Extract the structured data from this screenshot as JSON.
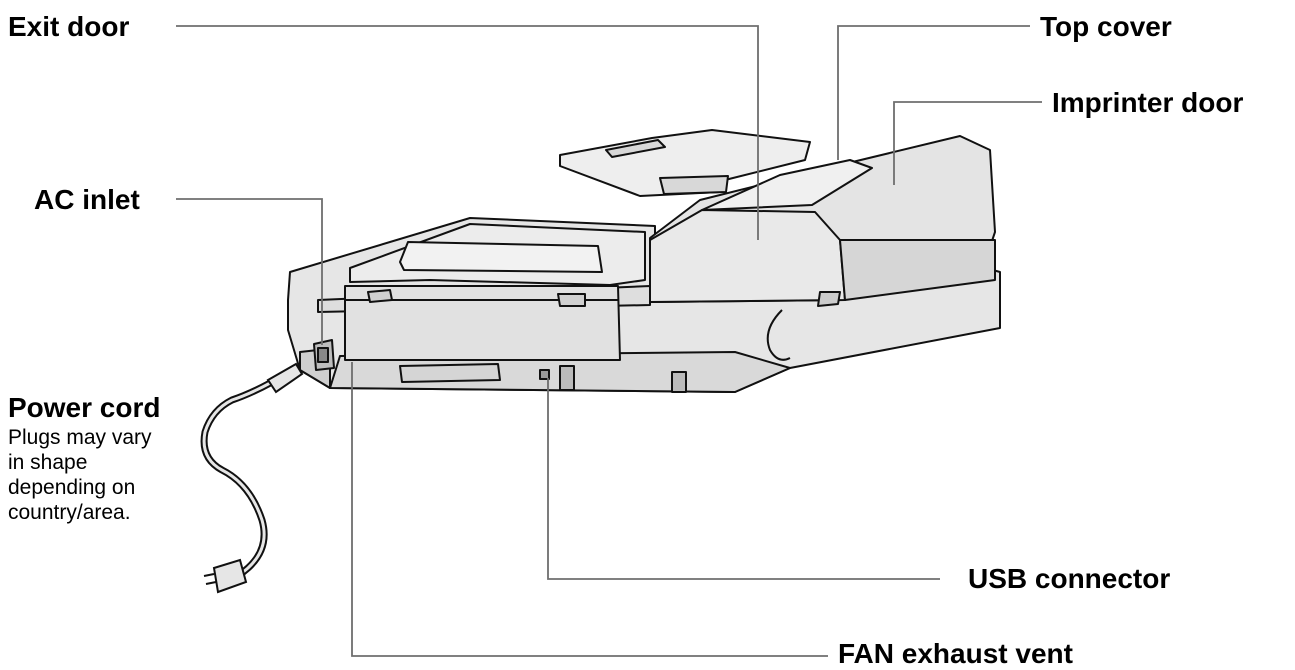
{
  "labels": {
    "exit_door": "Exit door",
    "top_cover": "Top cover",
    "imprinter_door": "Imprinter door",
    "ac_inlet": "AC inlet",
    "power_cord": "Power cord",
    "power_cord_note": [
      "Plugs may vary",
      "in shape",
      "depending on",
      "country/area."
    ],
    "usb_connector": "USB connector",
    "fan_exhaust_vent": "FAN exhaust vent"
  },
  "colors": {
    "body_fill": "#e6e6e6",
    "body_shadow": "#c8c8c8",
    "outline": "#111111",
    "leader_line": "#6e6e6e",
    "text": "#000000"
  }
}
